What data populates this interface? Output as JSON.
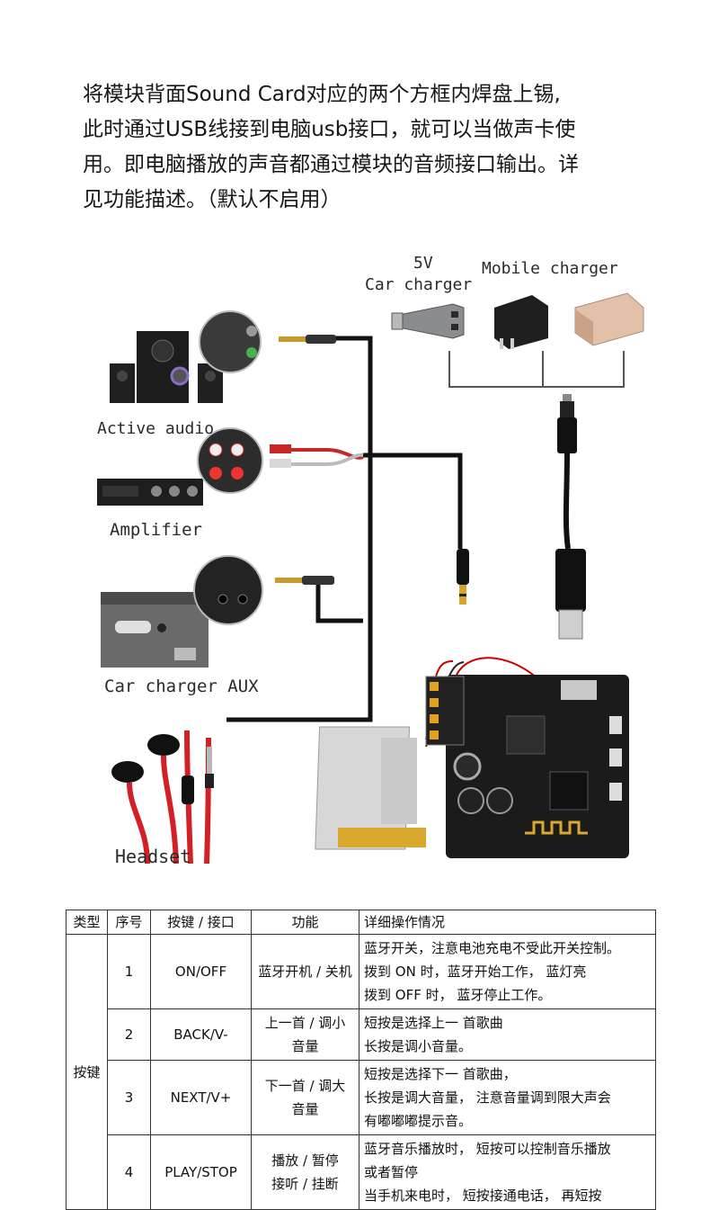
{
  "intro": {
    "lines": [
      "将模块背面Sound Card对应的两个方框内焊盘上锡,",
      "此时通过USB线接到电脑usb接口，就可以当做声卡使",
      "用。即电脑播放的声音都通过模块的音频接口输出。详",
      "见功能描述。（默认不启用）"
    ]
  },
  "diagram": {
    "labels": {
      "car_charger_5v": "5V",
      "car_charger": "Car charger",
      "mobile_charger": "Mobile charger",
      "active_audio": "Active audio",
      "amplifier": "Amplifier",
      "car_charger_aux": "Car charger AUX",
      "headset": "Headset"
    },
    "colors": {
      "cable": "#111111",
      "headset_red": "#d32027",
      "board": "#1b1b1b",
      "battery": "#d9d9d9",
      "gold": "#e0a020"
    }
  },
  "table": {
    "headers": [
      "类型",
      "序号",
      "按键 / 接口",
      "功能",
      "详细操作情况"
    ],
    "category": "按键",
    "rows": [
      {
        "no": "1",
        "key": "ON/OFF",
        "func_lines": [
          "蓝牙开机 / 关机"
        ],
        "detail_lines": [
          "蓝牙开关，注意电池充电不受此开关控制。",
          "拨到 ON 时，蓝牙开始工作，  蓝灯亮",
          "拨到 OFF 时，  蓝牙停止工作。"
        ]
      },
      {
        "no": "2",
        "key": "BACK/V-",
        "func_lines": [
          "上一首 / 调小",
          "音量"
        ],
        "detail_lines": [
          "短按是选择上一 首歌曲",
          "长按是调小音量。"
        ]
      },
      {
        "no": "3",
        "key": "NEXT/V+",
        "func_lines": [
          "下一首 / 调大",
          "音量"
        ],
        "detail_lines": [
          "短按是选择下一 首歌曲，",
          "长按是调大音量，  注意音量调到限大声会",
          "有嘟嘟嘟提示音。"
        ]
      },
      {
        "no": "4",
        "key": "PLAY/STOP",
        "func_lines": [
          "播放 / 暂停",
          "接听 / 挂断"
        ],
        "detail_lines": [
          "蓝牙音乐播放时，  短按可以控制音乐播放",
          "或者暂停",
          "当手机来电时，  短按接通电话，  再短按"
        ]
      }
    ]
  }
}
